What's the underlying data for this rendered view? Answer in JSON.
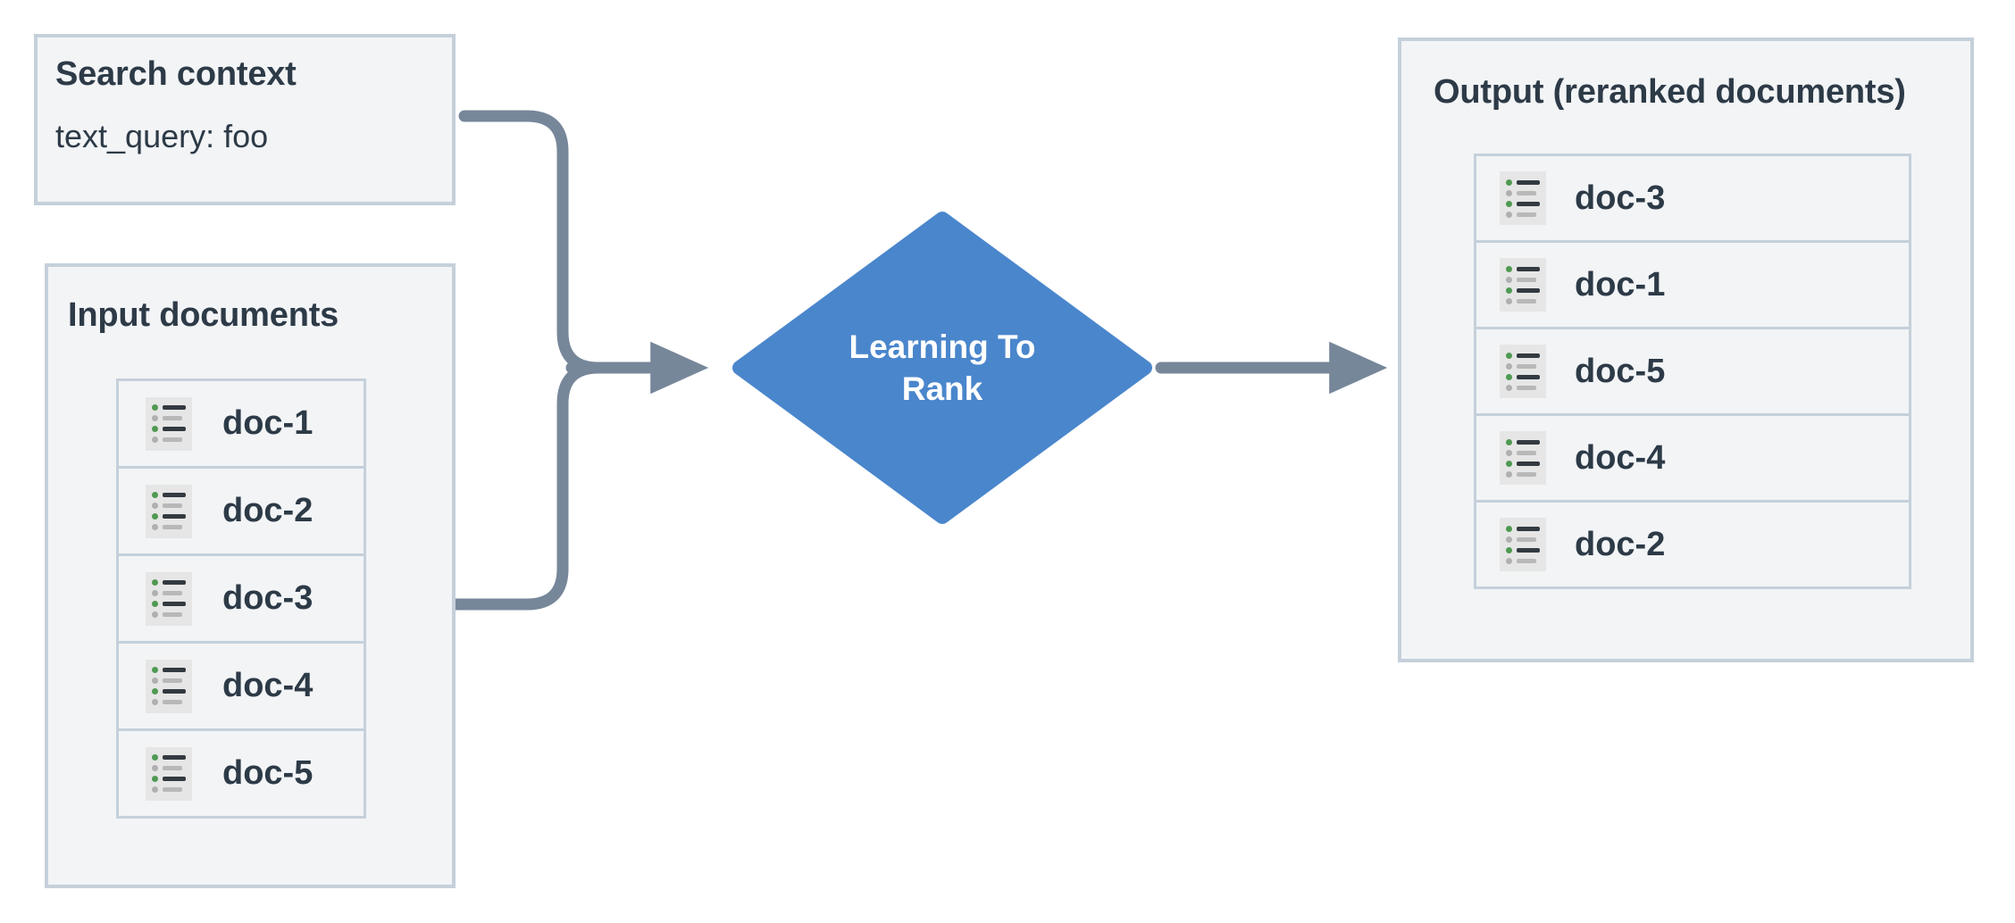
{
  "diagram": {
    "title": "Learning To Rank reranking flow",
    "accent_blue": "#4a86cc",
    "panel_bg": "#f2f4f6",
    "panel_border": "#c5d0da",
    "text_color": "#2d3a47",
    "edge_color": "#77879a",
    "icon_bg": "#e6e6e6",
    "icon_green": "#4f9a52",
    "icon_gray": "#b0b0b0"
  },
  "search_context": {
    "title": "Search context",
    "query_label": "text_query: foo"
  },
  "input_documents": {
    "title": "Input documents",
    "docs": [
      {
        "label": "doc-1",
        "icon": "document-list-icon"
      },
      {
        "label": "doc-2",
        "icon": "document-list-icon"
      },
      {
        "label": "doc-3",
        "icon": "document-list-icon"
      },
      {
        "label": "doc-4",
        "icon": "document-list-icon"
      },
      {
        "label": "doc-5",
        "icon": "document-list-icon"
      }
    ]
  },
  "process": {
    "label_line1": "Learning To",
    "label_line2": "Rank",
    "shape": "diamond"
  },
  "output_documents": {
    "title": "Output (reranked documents)",
    "docs": [
      {
        "label": "doc-3",
        "icon": "document-list-icon"
      },
      {
        "label": "doc-1",
        "icon": "document-list-icon"
      },
      {
        "label": "doc-5",
        "icon": "document-list-icon"
      },
      {
        "label": "doc-4",
        "icon": "document-list-icon"
      },
      {
        "label": "doc-2",
        "icon": "document-list-icon"
      }
    ]
  },
  "edges": [
    {
      "name": "search-context-to-ltr",
      "from": "search_context",
      "to": "process"
    },
    {
      "name": "input-documents-to-ltr",
      "from": "input_documents",
      "to": "process"
    },
    {
      "name": "ltr-to-output",
      "from": "process",
      "to": "output_documents"
    }
  ]
}
